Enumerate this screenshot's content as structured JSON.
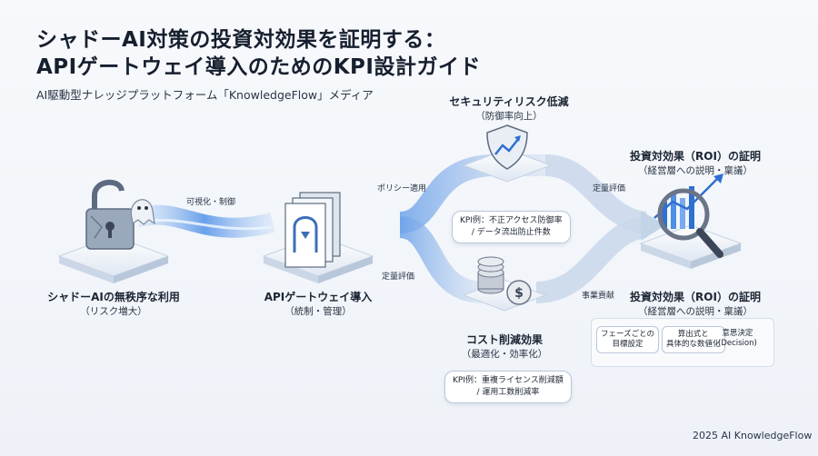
{
  "header": {
    "title_line1": "シャドーAI対策の投資対効果を証明する：",
    "title_line2": "APIゲートウェイ導入のためのKPI設計ガイド",
    "subtitle": "AI駆動型ナレッジプラットフォーム「KnowledgeFlow」メディア"
  },
  "nodes": {
    "shadow": {
      "label": "シャドーAIの無秩序な利用",
      "sub": "（リスク増大）"
    },
    "gateway": {
      "label": "APIゲートウェイ導入",
      "sub": "（統制・管理）"
    },
    "security": {
      "label": "セキュリティリスク低減",
      "sub": "（防御率向上）"
    },
    "cost": {
      "label": "コスト削減効果",
      "sub": "（最適化・効率化）"
    },
    "roi_top": {
      "label": "投資対効果（ROI）の証明",
      "sub": "（経営層への説明・稟議）"
    },
    "roi_bottom": {
      "label": "投資対効果（ROI）の証明",
      "sub": "（経営層への説明・稟議）"
    }
  },
  "edges": {
    "visualize": "可視化・制御",
    "policy": "ポリシー適用",
    "quant_bottom": "定量評価",
    "quant_top": "定量評価",
    "contribution": "事業貢献"
  },
  "kpis": {
    "security_line1": "KPI例：不正アクセス防御率",
    "security_line2": "/ データ流出防止件数",
    "cost_line1": "KPI例：重複ライセンス削減額",
    "cost_line2": "/ 運用工数削減率"
  },
  "steps": {
    "step1_line1": "フェーズごとの",
    "step1_line2": "目標設定",
    "step2_line1": "算出式と",
    "step2_line2": "具体的な数値化",
    "step3_line1": "意思決定",
    "step3_line2": "(Decision)"
  },
  "footer": {
    "credit": "2025 AI KnowledgeFlow"
  },
  "colors": {
    "accent": "#2f6fd1",
    "flow": "#4f8fe6",
    "line": "#1c2533"
  }
}
